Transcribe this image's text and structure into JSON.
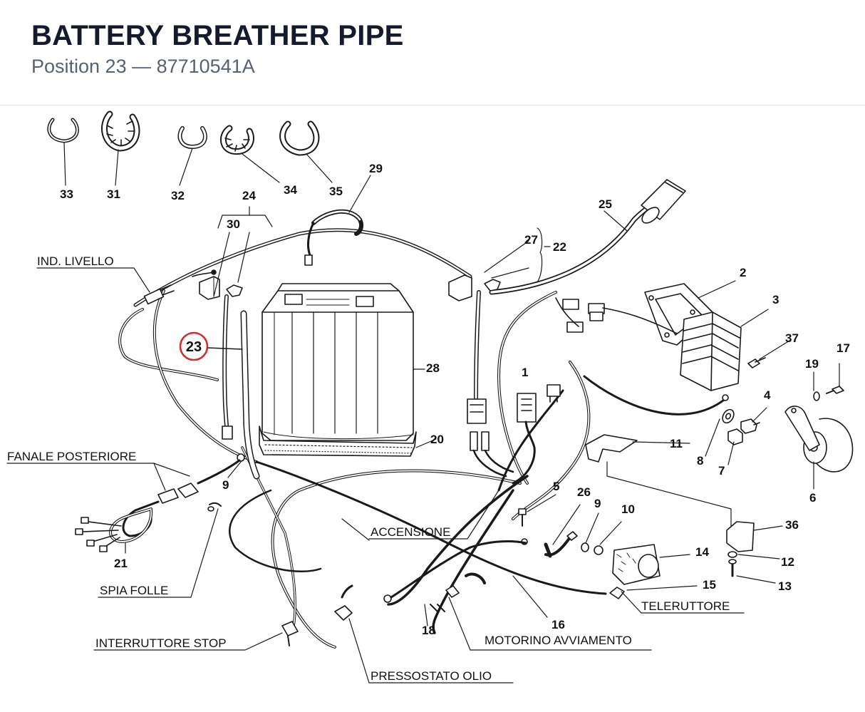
{
  "header": {
    "title": "BATTERY BREATHER PIPE",
    "subtitle": "Position 23 — 87710541A"
  },
  "highlight": {
    "number": "23",
    "color": "#d32f2f"
  },
  "callouts": {
    "n1": "1",
    "n2": "2",
    "n3": "3",
    "n4": "4",
    "n5": "5",
    "n6": "6",
    "n7": "7",
    "n8": "8",
    "n9a": "9",
    "n9b": "9",
    "n10": "10",
    "n11": "11",
    "n12": "12",
    "n13": "13",
    "n14": "14",
    "n15": "15",
    "n16": "16",
    "n17": "17",
    "n18": "18",
    "n19": "19",
    "n20": "20",
    "n21": "21",
    "n22": "22",
    "n24": "24",
    "n25": "25",
    "n26": "26",
    "n27": "27",
    "n28": "28",
    "n29": "29",
    "n30": "30",
    "n31": "31",
    "n32": "32",
    "n33": "33",
    "n34": "34",
    "n35": "35",
    "n36": "36",
    "n37": "37"
  },
  "labels": {
    "ind_livello": "IND. LIVELLO",
    "fanale_posteriore": "FANALE POSTERIORE",
    "spia_folle": "SPIA FOLLE",
    "interruttore_stop": "INTERRUTTORE STOP",
    "accensione": "ACCENSIONE",
    "pressostato_olio": "PRESSOSTATO OLIO",
    "motorino_avviamento": "MOTORINO AVVIAMENTO",
    "teleruttore": "TELERUTTORE"
  }
}
